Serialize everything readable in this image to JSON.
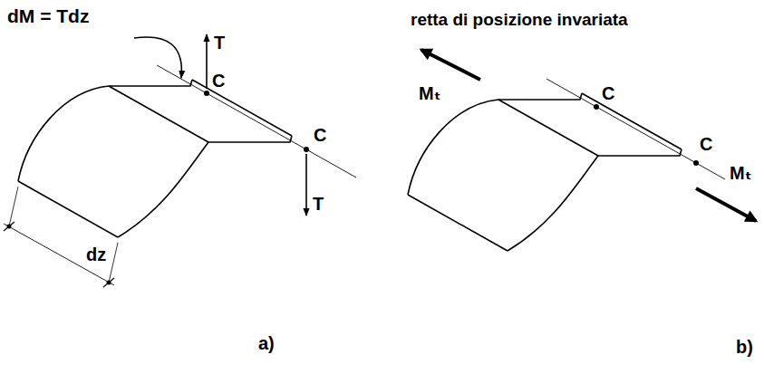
{
  "diagram": {
    "labels": [
      "dM = Tdz",
      "T",
      "C",
      "C",
      "T",
      "dz",
      "a)",
      "retta di posizione invariata",
      "Mₜ",
      "C",
      "C",
      "Mₜ",
      "b)"
    ]
  }
}
